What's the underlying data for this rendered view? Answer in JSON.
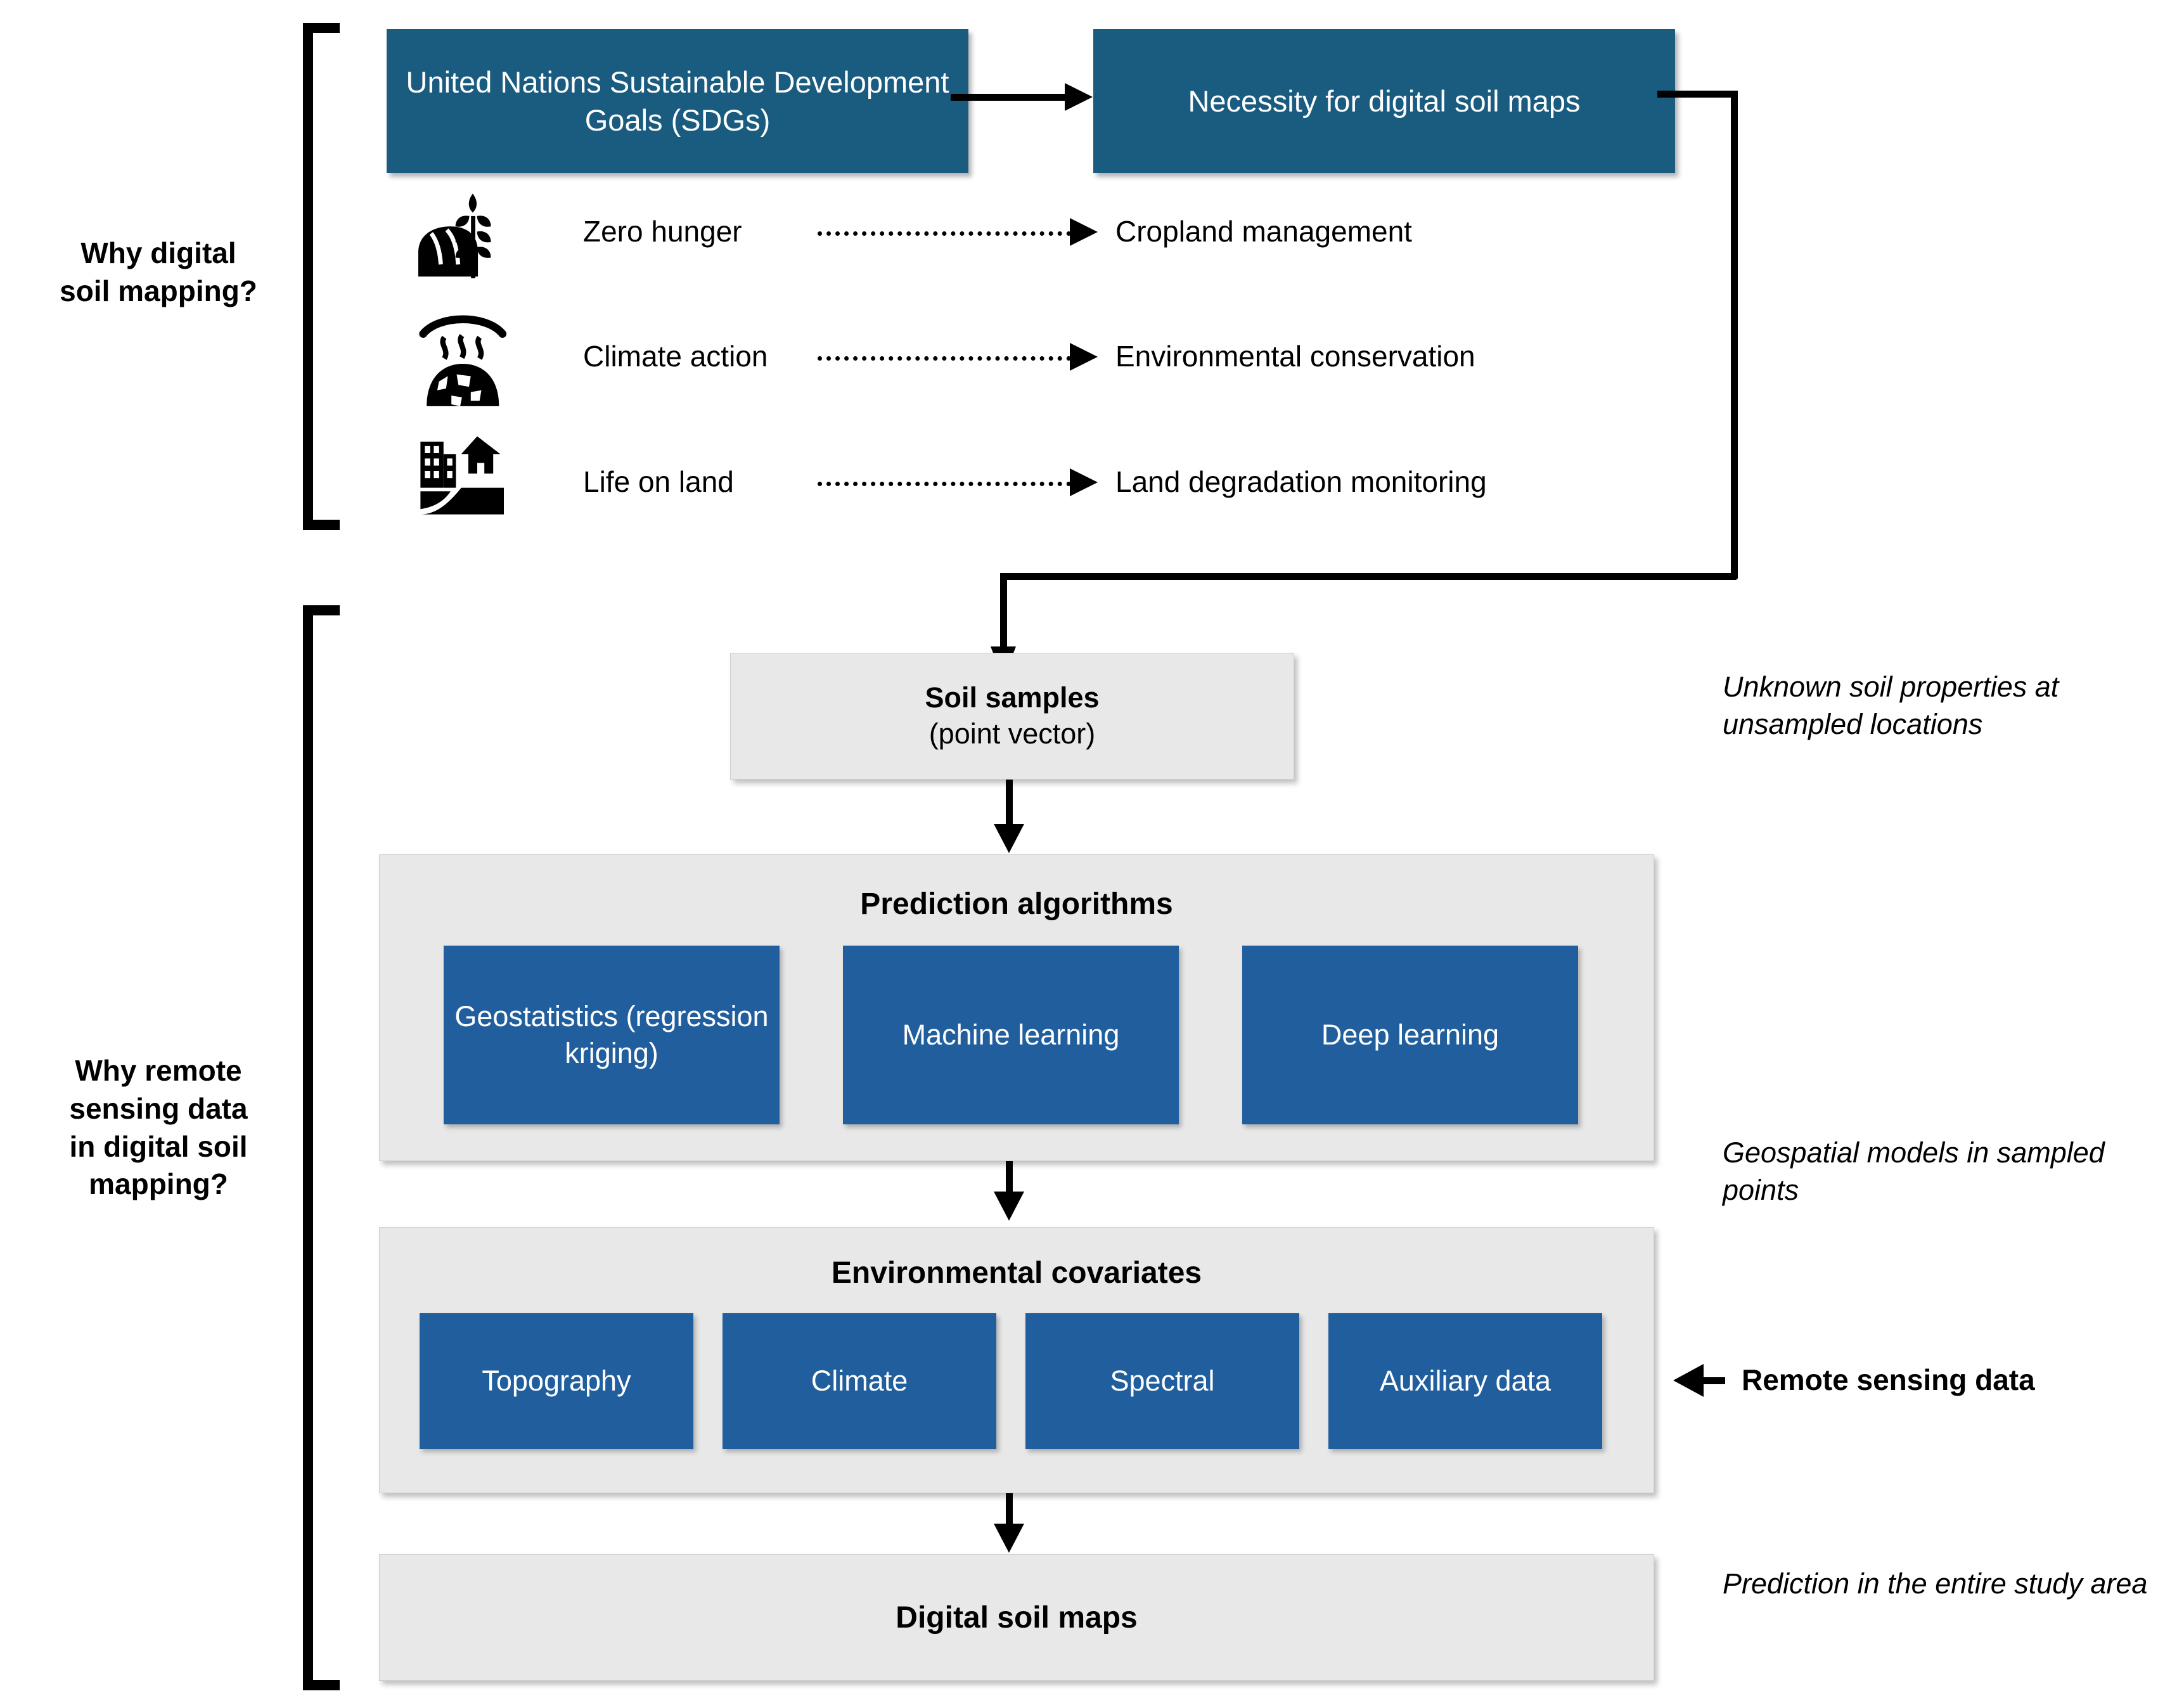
{
  "sections": {
    "top": {
      "label": "Why digital\nsoil mapping?"
    },
    "bottom": {
      "label": "Why remote\nsensing data\nin digital soil\nmapping?"
    }
  },
  "header_boxes": [
    {
      "id": "sdg",
      "text": "United Nations Sustainable Development Goals (SDGs)"
    },
    {
      "id": "necessity",
      "text": "Necessity for digital soil maps"
    }
  ],
  "sdg_rows": [
    {
      "icon": "bread-wheat-icon",
      "goal": "Zero hunger",
      "target": "Cropland management"
    },
    {
      "icon": "globe-heat-icon",
      "goal": "Climate action",
      "target": "Environmental conservation"
    },
    {
      "icon": "building-house-hill-icon",
      "goal": "Life on land",
      "target": "Land degradation monitoring"
    }
  ],
  "flow": {
    "soil_samples": {
      "title": "Soil samples",
      "subtitle": "(point vector)"
    },
    "prediction": {
      "title": "Prediction algorithms",
      "items": [
        "Geostatistics (regression kriging)",
        "Machine learning",
        "Deep learning"
      ]
    },
    "covariates": {
      "title": "Environmental covariates",
      "items": [
        "Topography",
        "Climate",
        "Spectral",
        "Auxiliary data"
      ]
    },
    "output": {
      "title": "Digital soil maps"
    }
  },
  "notes": [
    {
      "id": "note-soil-samples",
      "text": "Unknown soil properties at unsampled locations",
      "style": "italic"
    },
    {
      "id": "note-models",
      "text": "Geospatial models in sampled points",
      "style": "italic"
    },
    {
      "id": "note-remote-sensing",
      "text": "Remote sensing data",
      "style": "bold"
    },
    {
      "id": "note-output",
      "text": "Prediction in the entire study area",
      "style": "italic"
    }
  ],
  "colors": {
    "header_blue": "#1a5b80",
    "accent_blue": "#215e9e",
    "panel_grey": "#e8e8e8",
    "line_black": "#000000",
    "background": "#ffffff"
  }
}
